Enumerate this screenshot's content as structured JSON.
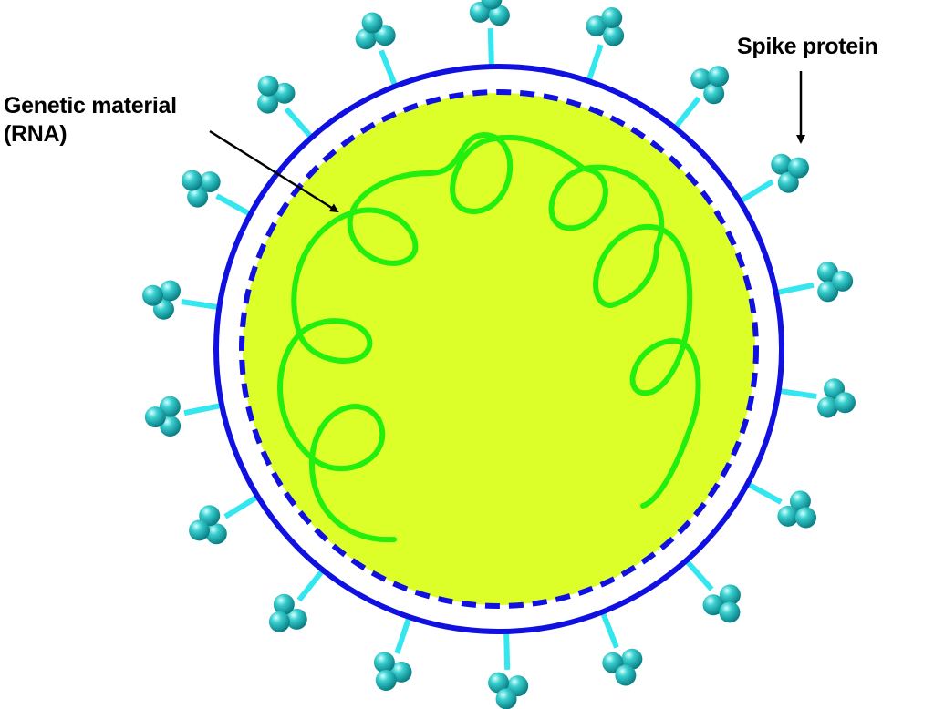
{
  "labels": {
    "genetic_material": "Genetic material",
    "rna": "(RNA)",
    "spike_protein": "Spike protein"
  },
  "colors": {
    "envelope": "#1010e0",
    "core": "#dcff2a",
    "rna": "#22ee10",
    "spike_stem": "#33e6f0",
    "spike_head": "#18b8b8"
  },
  "spike_count": 18
}
